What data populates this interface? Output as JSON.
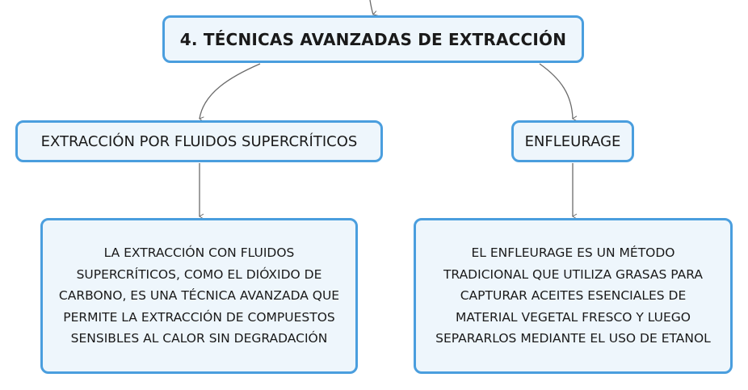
{
  "colors": {
    "node_border": "#4a9ede",
    "node_fill": "#eef6fc",
    "connector": "#6b6b6b",
    "text": "#1a1a1a"
  },
  "root": {
    "label": "4. TÉCNICAS AVANZADAS DE EXTRACCIÓN"
  },
  "topics": [
    {
      "label": "EXTRACCIÓN POR FLUIDOS SUPERCRÍTICOS",
      "detail_lines": [
        "LA EXTRACCIÓN CON FLUIDOS",
        "SUPERCRÍTICOS, COMO EL DIÓXIDO DE",
        "CARBONO, ES UNA TÉCNICA AVANZADA QUE",
        "PERMITE LA EXTRACCIÓN DE COMPUESTOS",
        "SENSIBLES AL CALOR SIN DEGRADACIÓN"
      ]
    },
    {
      "label": "ENFLEURAGE",
      "detail_lines": [
        "EL ENFLEURAGE ES UN MÉTODO",
        "TRADICIONAL QUE UTILIZA GRASAS PARA",
        "CAPTURAR ACEITES ESENCIALES DE",
        "MATERIAL VEGETAL FRESCO Y LUEGO",
        "SEPARARLOS MEDIANTE EL USO DE ETANOL"
      ]
    }
  ]
}
